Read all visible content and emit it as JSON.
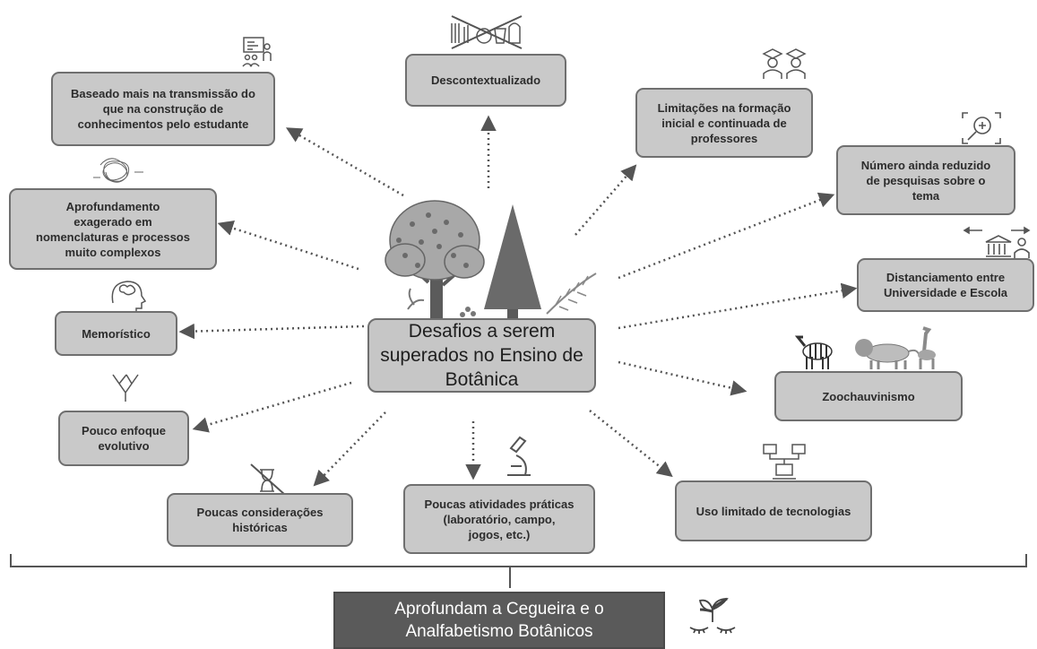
{
  "center": {
    "label": "Desafios a serem\nsuperados no Ensino de\nBotânica"
  },
  "challenges": [
    {
      "id": "transmissao",
      "label": "Baseado mais na transmissão do\nque na construção de\nconhecimentos pelo estudante",
      "icon": "teacher-presentation-icon"
    },
    {
      "id": "descontextualizado",
      "label": "Descontextualizado",
      "icon": "crossed-out-objects-icon"
    },
    {
      "id": "formacao",
      "label": "Limitações na formação\ninicial e continuada de\nprofessores",
      "icon": "graduates-icon"
    },
    {
      "id": "pesquisas",
      "label": "Número ainda reduzido\nde pesquisas sobre o\ntema",
      "icon": "magnifier-icon"
    },
    {
      "id": "nomenclaturas",
      "label": "Aprofundamento\nexagerado em\nnomenclaturas e processos\nmuito complexos",
      "icon": "tangled-scribble-icon"
    },
    {
      "id": "distanciamento",
      "label": "Distanciamento entre\nUniversidade e Escola",
      "icon": "university-school-icon"
    },
    {
      "id": "memoristico",
      "label": "Memorístico",
      "icon": "brain-head-icon"
    },
    {
      "id": "zoochauvinismo",
      "label": "Zoochauvinismo",
      "icon": "animals-icon"
    },
    {
      "id": "evolutivo",
      "label": "Pouco enfoque\nevolutivo",
      "icon": "phylogenetic-tree-icon"
    },
    {
      "id": "historicas",
      "label": "Poucas considerações\nhistóricas",
      "icon": "crossed-hourglass-icon"
    },
    {
      "id": "praticas",
      "label": "Poucas atividades práticas\n(laboratório, campo,\njogos, etc.)",
      "icon": "microscope-icon"
    },
    {
      "id": "tecnologias",
      "label": "Uso limitado de tecnologias",
      "icon": "computer-network-icon"
    }
  ],
  "conclusion": {
    "label": "Aprofundam a Cegueira e o\nAnalfabetismo Botânicos",
    "icon": "sprout-closed-eyes-icon"
  },
  "colors": {
    "box_fill": "#c9c9c9",
    "box_border": "#6f6f6f",
    "conclusion_fill": "#5a5a5a",
    "arrow": "#555555"
  }
}
